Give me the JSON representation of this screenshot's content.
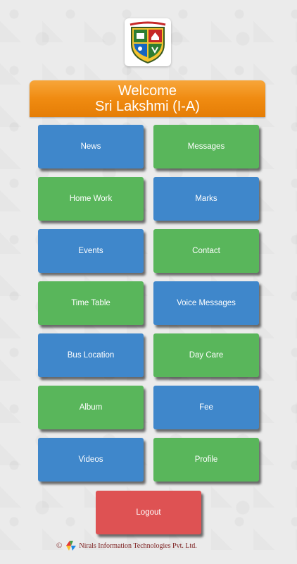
{
  "header": {
    "welcome": "Welcome",
    "user_line": "Sri Lakshmi (I-A)"
  },
  "menu": {
    "news": "News",
    "messages": "Messages",
    "home_work": "Home Work",
    "marks": "Marks",
    "events": "Events",
    "contact": "Contact",
    "time_table": "Time Table",
    "voice_messages": "Voice Messages",
    "bus_location": "Bus Location",
    "day_care": "Day Care",
    "album": "Album",
    "fee": "Fee",
    "videos": "Videos",
    "profile": "Profile",
    "logout": "Logout"
  },
  "footer": {
    "copyright": "©",
    "company": "Nirals Information Technologies Pvt. Ltd."
  },
  "colors": {
    "blue_tile": "#3f87cb",
    "green_tile": "#59b65b",
    "logout": "#de5253",
    "banner": "#f08b11"
  },
  "icons": [
    "school-crest-logo",
    "nirals-logo-icon"
  ]
}
